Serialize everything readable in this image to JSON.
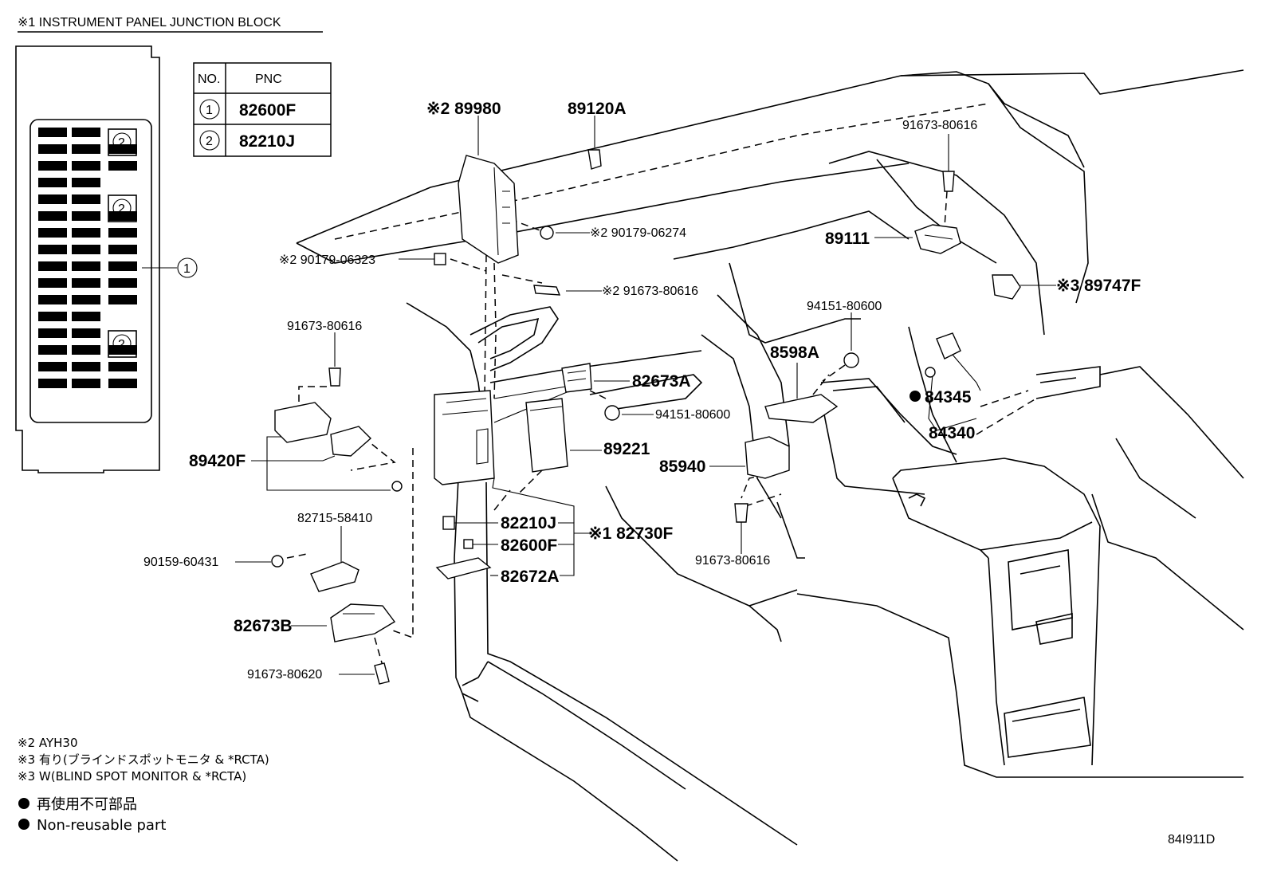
{
  "header": {
    "junction_block_title": "※1 INSTRUMENT PANEL JUNCTION BLOCK"
  },
  "pnc_table": {
    "col_no": "NO.",
    "col_pnc": "PNC",
    "rows": [
      {
        "no": "1",
        "pnc": "82600F"
      },
      {
        "no": "2",
        "pnc": "82210J"
      }
    ]
  },
  "fuse_block": {
    "callout_1": "1",
    "callout_2a": "2",
    "callout_2b": "2",
    "callout_2c": "2"
  },
  "labels": {
    "p89980": "※2 89980",
    "p89120a": "89120A",
    "p91673_top": "91673-80616",
    "p90179_06274": "※2 90179-06274",
    "p90179_06323": "※2 90179-06323",
    "p91673_mid": "※2 91673-80616",
    "p89111": "89111",
    "p89747f": "※3 89747F",
    "p94151_80600_top": "94151-80600",
    "p91673_left": "91673-80616",
    "p8598a": "8598A",
    "p82673a": "82673A",
    "p84345": "84345",
    "p94151_80600": "94151-80600",
    "p84340": "84340",
    "p89420f": "89420F",
    "p89221": "89221",
    "p85940": "85940",
    "p82715": "82715-58410",
    "p82210j": "82210J",
    "p82730f": "※1 82730F",
    "p82600f": "82600F",
    "p90159": "90159-60431",
    "p91673_bottom": "91673-80616",
    "p82672a": "82672A",
    "p82673b": "82673B",
    "p91673_80620": "91673-80620"
  },
  "notes": {
    "n1": "※2 AYH30",
    "n2": "※3 有り(ブラインドスポットモニタ & *RCTA)",
    "n3": "※3 W(BLIND SPOT MONITOR & *RCTA)",
    "n4": "再使用不可部品",
    "n5": "Non-reusable part"
  },
  "diagram_id": "84I911D"
}
